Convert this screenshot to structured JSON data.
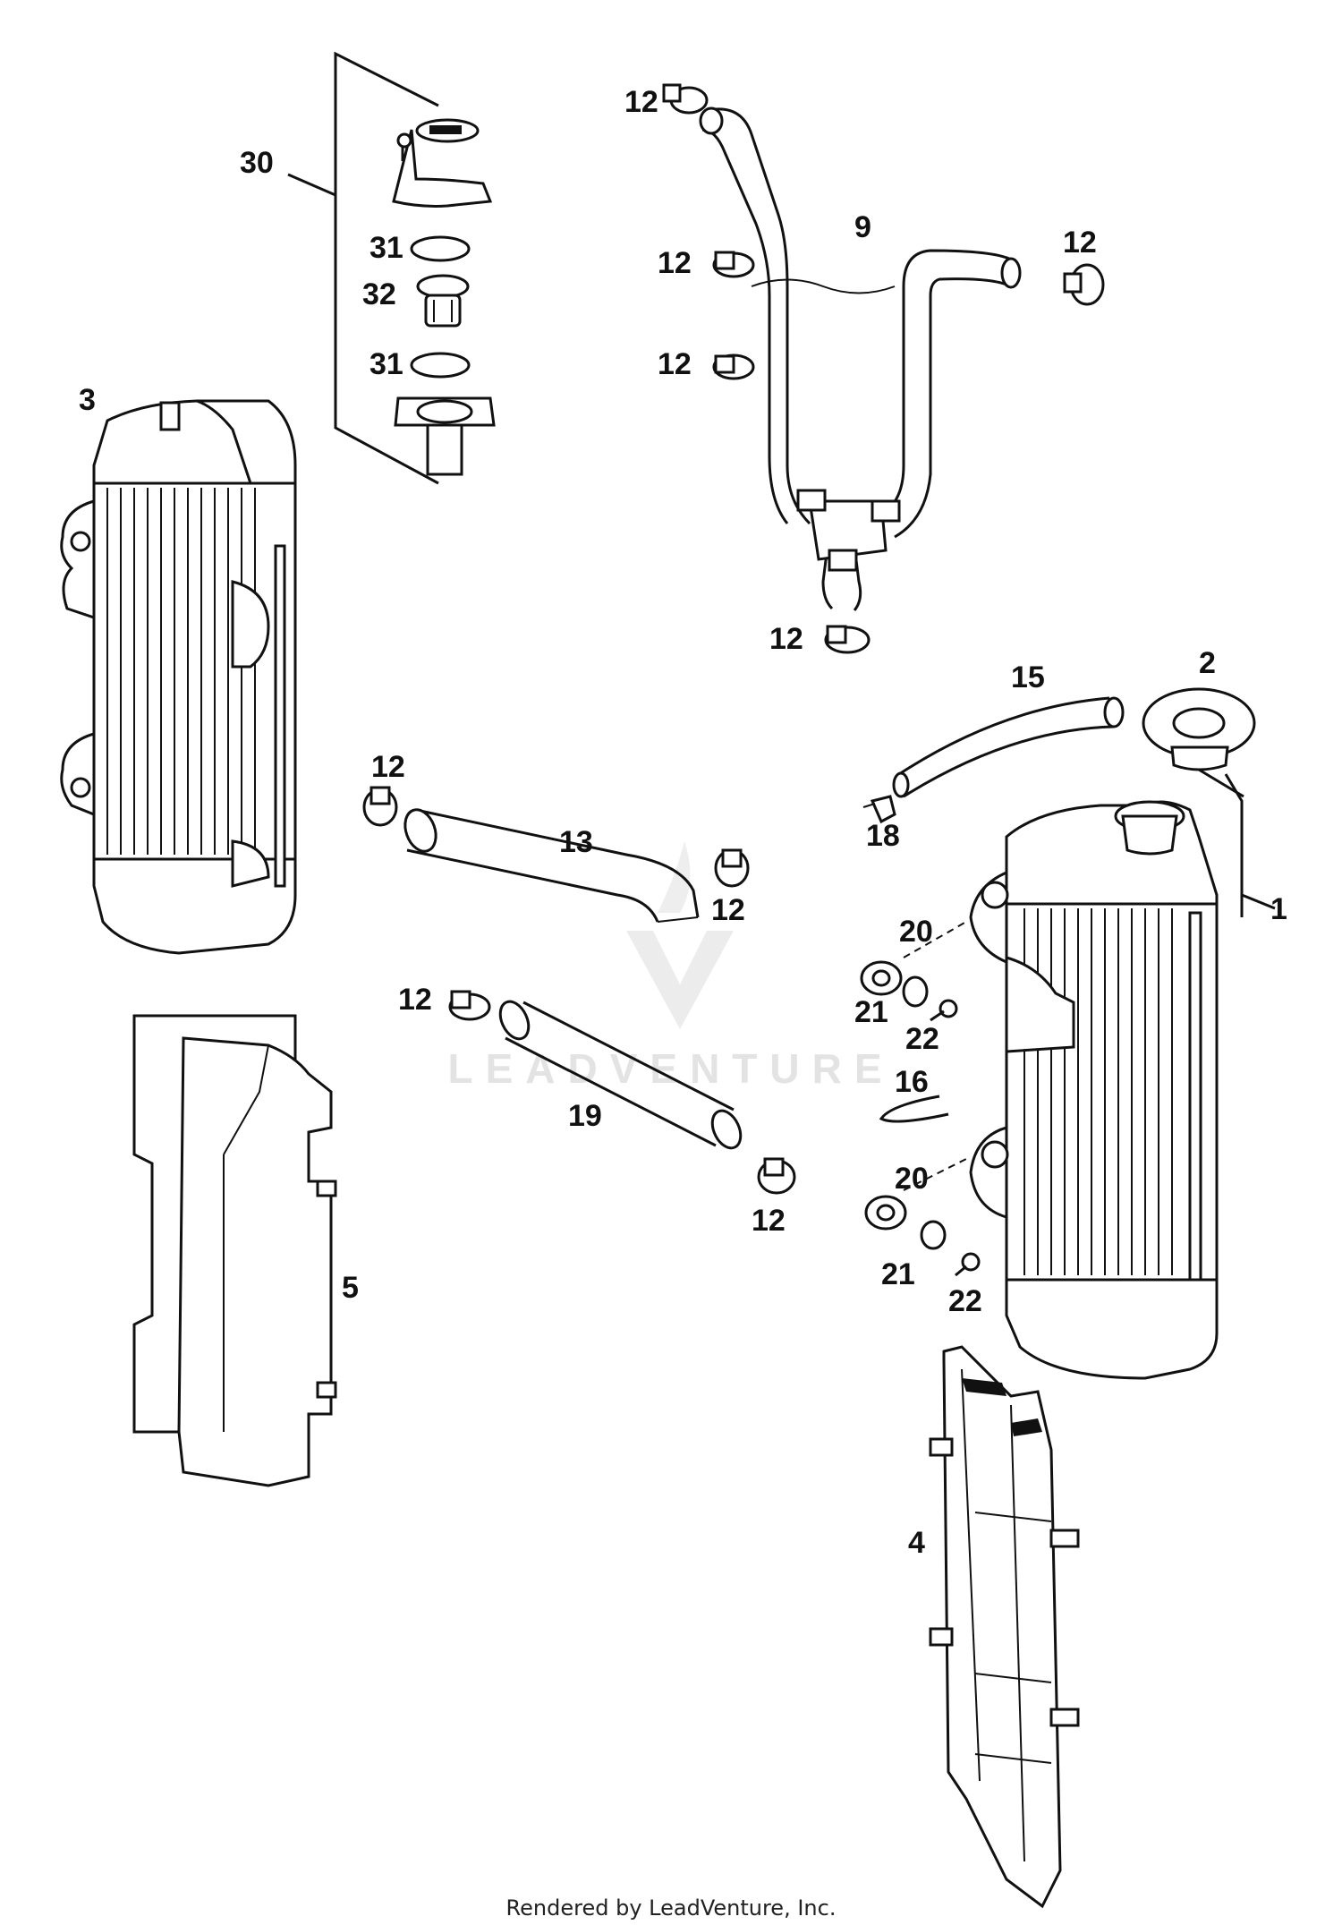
{
  "diagram": {
    "labels": [
      {
        "id": "lbl-12-a",
        "text": "12"
      },
      {
        "id": "lbl-30",
        "text": "30"
      },
      {
        "id": "lbl-31-a",
        "text": "31"
      },
      {
        "id": "lbl-32",
        "text": "32"
      },
      {
        "id": "lbl-31-b",
        "text": "31"
      },
      {
        "id": "lbl-9",
        "text": "9"
      },
      {
        "id": "lbl-12-b",
        "text": "12"
      },
      {
        "id": "lbl-12-c",
        "text": "12"
      },
      {
        "id": "lbl-12-d",
        "text": "12"
      },
      {
        "id": "lbl-3",
        "text": "3"
      },
      {
        "id": "lbl-12-e",
        "text": "12"
      },
      {
        "id": "lbl-15",
        "text": "15"
      },
      {
        "id": "lbl-2",
        "text": "2"
      },
      {
        "id": "lbl-12-f",
        "text": "12"
      },
      {
        "id": "lbl-13",
        "text": "13"
      },
      {
        "id": "lbl-18",
        "text": "18"
      },
      {
        "id": "lbl-12-g",
        "text": "12"
      },
      {
        "id": "lbl-1",
        "text": "1"
      },
      {
        "id": "lbl-20-a",
        "text": "20"
      },
      {
        "id": "lbl-12-h",
        "text": "12"
      },
      {
        "id": "lbl-21-a",
        "text": "21"
      },
      {
        "id": "lbl-22-a",
        "text": "22"
      },
      {
        "id": "lbl-16",
        "text": "16"
      },
      {
        "id": "lbl-19",
        "text": "19"
      },
      {
        "id": "lbl-20-b",
        "text": "20"
      },
      {
        "id": "lbl-12-i",
        "text": "12"
      },
      {
        "id": "lbl-5",
        "text": "5"
      },
      {
        "id": "lbl-21-b",
        "text": "21"
      },
      {
        "id": "lbl-22-b",
        "text": "22"
      },
      {
        "id": "lbl-4",
        "text": "4"
      }
    ],
    "watermark": "LEADVENTURE",
    "footer": "Rendered by LeadVenture, Inc."
  }
}
